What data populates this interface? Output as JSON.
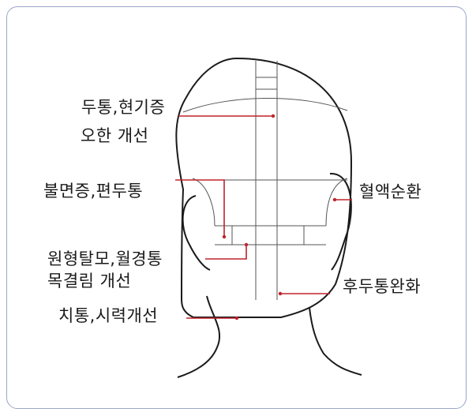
{
  "labels": {
    "headache_line1": "두통,현기증",
    "headache_line2": "오한 개선",
    "insomnia": "불면증,편두통",
    "circulation": "혈액순환",
    "hairloss_line1": "원형탈모,월경통",
    "hairloss_line2": "목결림 개선",
    "occipital": "후두통완화",
    "toothache": "치통,시력개선"
  },
  "colors": {
    "frame": "#9aa7c8",
    "outline": "#1a1a1a",
    "grid": "#555555",
    "pointer": "#c0232b",
    "text": "#1a1a1a"
  }
}
